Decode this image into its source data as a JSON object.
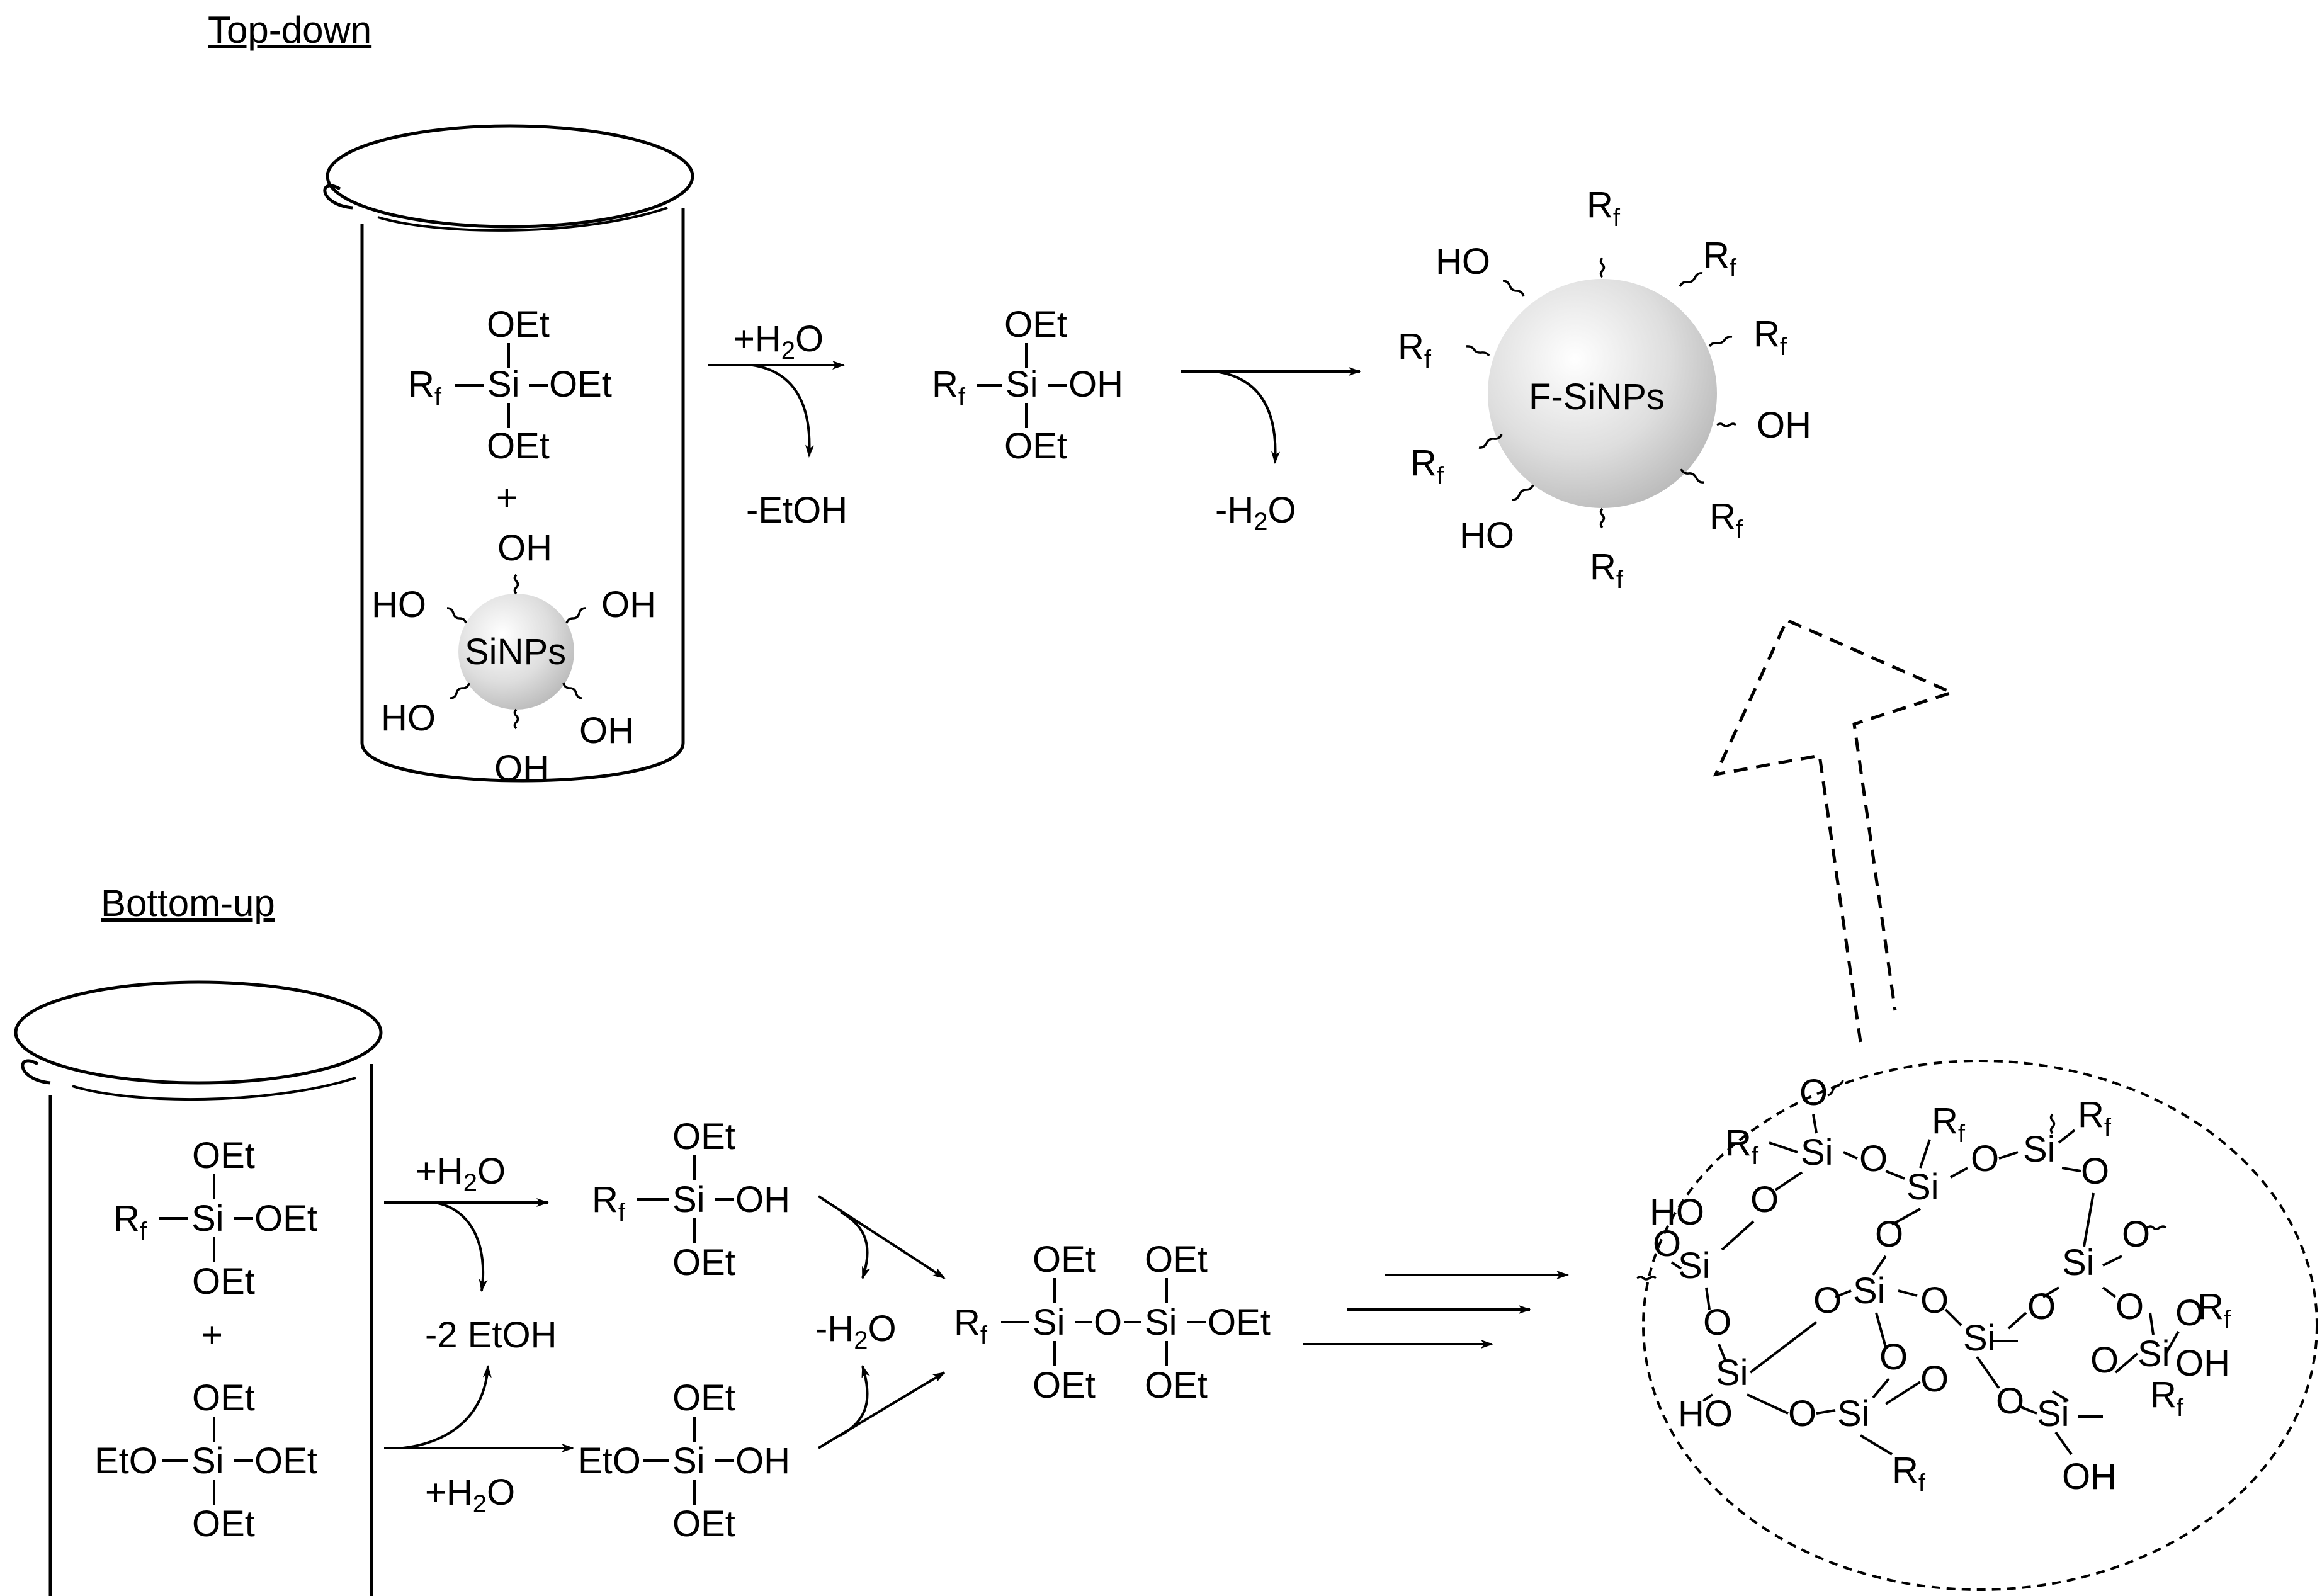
{
  "titles": {
    "top_down": "Top-down",
    "bottom_up": "Bottom-up"
  },
  "labels": {
    "oet": "OEt",
    "oh": "OH",
    "ho": "HO",
    "eto": "EtO",
    "si": "Si",
    "r": "R",
    "f": "f",
    "o": "O",
    "plus": "+",
    "h2o_pre": "+H",
    "h2o_post": "O",
    "sub2": "2",
    "minus_h": "-H",
    "minus_etoh": "-EtOH",
    "minus_2etoh": "-2 EtOH",
    "sinps": "SiNPs",
    "fsinps": "F-SiNPs"
  },
  "colors": {
    "line": "#000000",
    "sphere_light": "#ffffff",
    "sphere_dark": "#b4b4b4"
  }
}
